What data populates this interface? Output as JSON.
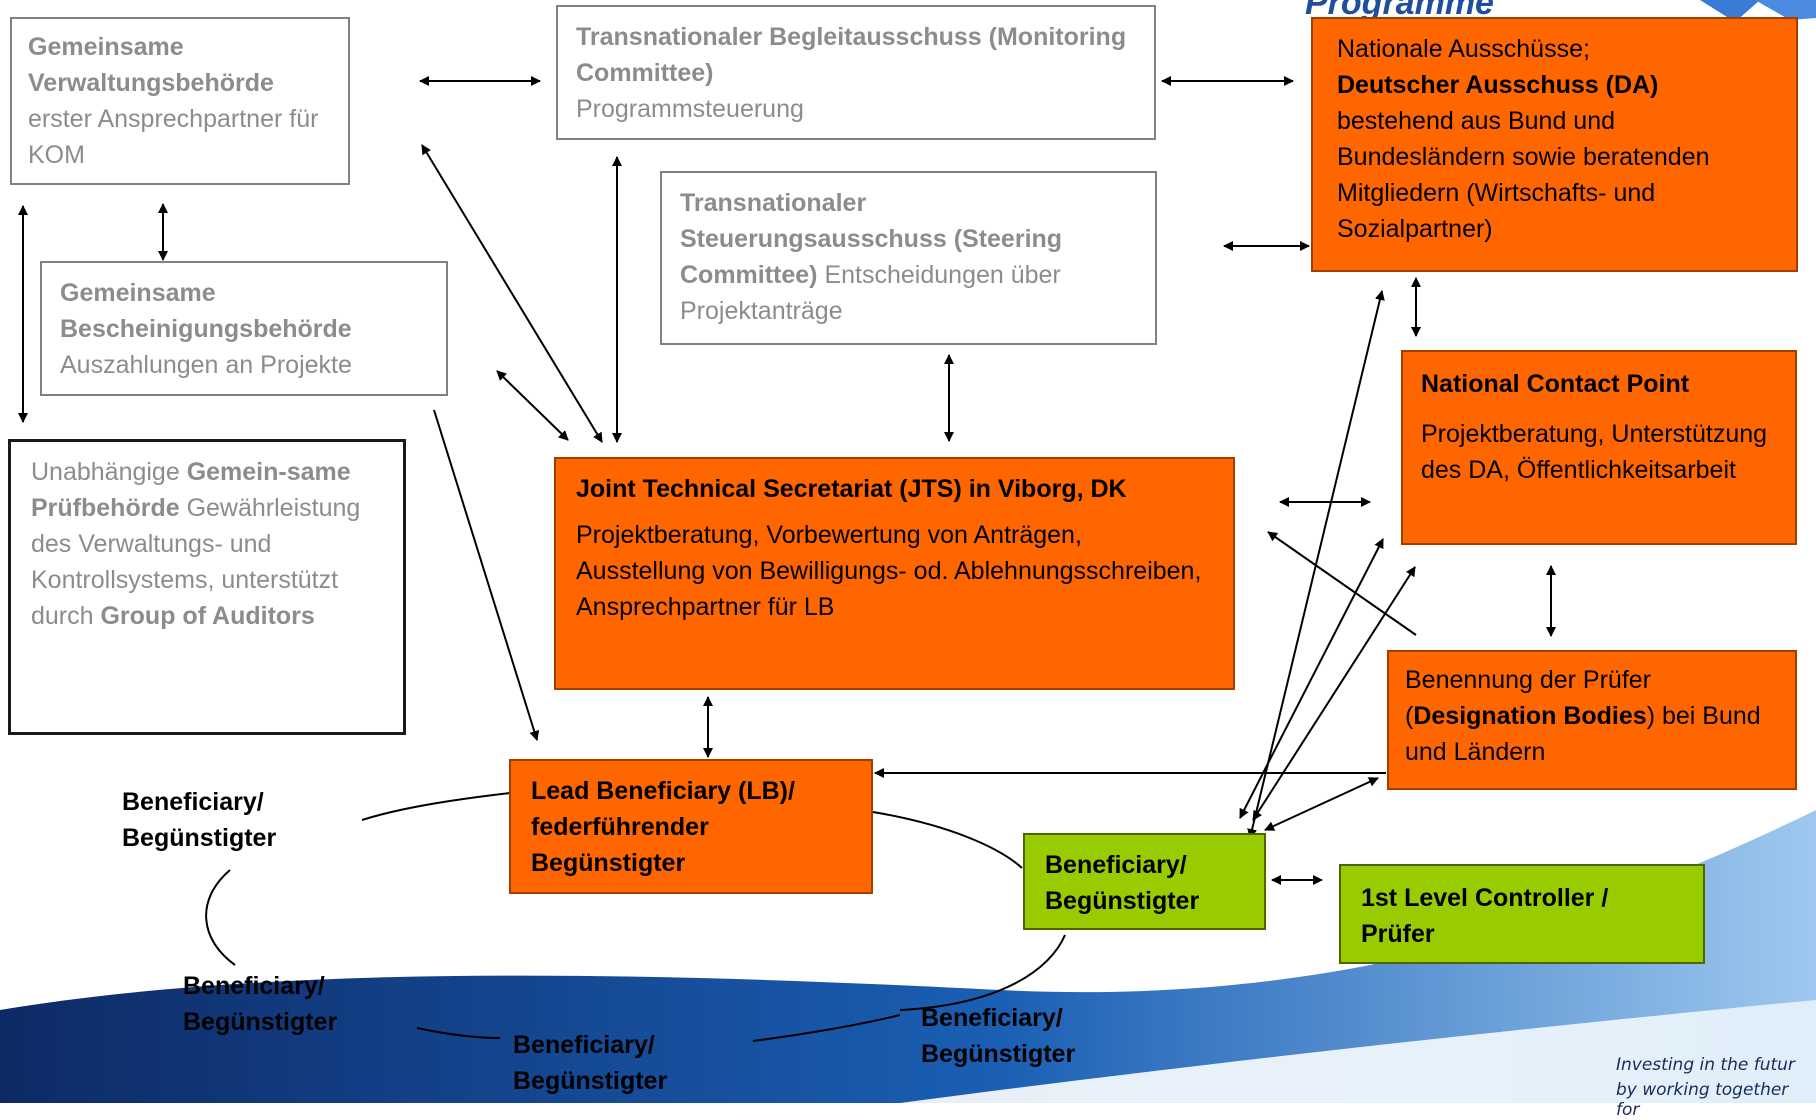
{
  "header": {
    "logo_text": "Programme"
  },
  "boxes": {
    "managing": {
      "bold": "Gemeinsame Verwaltungsbehörde",
      "text": "erster Ansprechpartner für KOM"
    },
    "monitoring": {
      "bold": "Transnationaler Begleitausschuss (Monitoring Committee)",
      "text": "Programmsteuerung"
    },
    "national": {
      "line1": "Nationale Ausschüsse;",
      "bold": "Deutscher Ausschuss (DA)",
      "text": "bestehend aus Bund und Bundesländern sowie beratenden Mitgliedern (Wirtschafts- und Sozialpartner)"
    },
    "steering": {
      "bold": "Transnationaler Steuerungsausschuss (Steering Committee)",
      "text": "Entscheidungen über Projektanträge"
    },
    "certifying": {
      "bold": "Gemeinsame Bescheinigungsbehörde",
      "text": "Auszahlungen an Projekte"
    },
    "ncp": {
      "bold": "National Contact Point",
      "text": "Projektberatung, Unterstützung des DA, Öffentlichkeitsarbeit"
    },
    "audit": {
      "t1": "Unabhängige ",
      "b1": "Gemein-same Prüfbehörde",
      "t2": " Gewährleistung des Verwaltungs- und Kontrollsystems, unterstützt durch ",
      "b2": "Group of Auditors"
    },
    "jts": {
      "bold": "Joint Technical  Secretariat (JTS) in Viborg, DK",
      "text": "Projektberatung, Vorbewertung von Anträgen, Ausstellung von Bewilligungs- od. Ablehnungsschreiben, Ansprechpartner für LB"
    },
    "designation": {
      "t1": "Benennung der Prüfer (",
      "b1": "Designation Bodies",
      "t2": ") bei Bund und Ländern"
    },
    "lead": {
      "text": "Lead Beneficiary (LB)/ federführender Begünstigter"
    },
    "beneficiary_green": {
      "text": "Beneficiary/ Begünstigter"
    },
    "flc": {
      "text": "1st Level Controller / Prüfer"
    }
  },
  "labels": {
    "ben1": "Beneficiary/ Begünstigter",
    "ben2": "Beneficiary/ Begünstigter",
    "ben3": "Beneficiary/ Begünstigter",
    "ben4": "Beneficiary/ Begünstigter"
  },
  "footer": {
    "line1": "Investing in the futur",
    "line2": "by working together for"
  },
  "colors": {
    "orange": "#ff6600",
    "green": "#99cc00",
    "grey_text": "#8c8c8c",
    "footer_blue": "#1a3a7a"
  }
}
